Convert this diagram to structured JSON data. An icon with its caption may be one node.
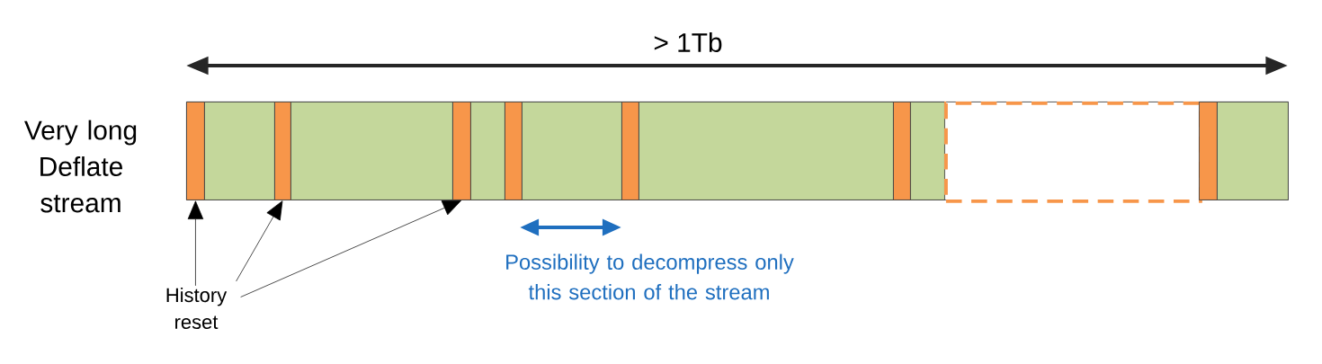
{
  "diagram": {
    "nodes": [
      {
        "text": [],
        "shape": "bar",
        "beside": [
          "Very long Deflate stream"
        ]
      },
      {
        "text": [],
        "shape": "bar",
        "in": 0
      },
      {
        "text": [],
        "shape": "bar",
        "in": 0
      },
      {
        "text": [],
        "shape": "bar",
        "in": 0
      },
      {
        "text": [],
        "shape": "bar",
        "in": 0
      },
      {
        "text": [],
        "shape": "bar",
        "in": 0
      },
      {
        "text": [],
        "shape": "bar",
        "in": 0
      },
      {
        "text": [],
        "shape": "bar",
        "in": 0
      },
      {
        "text": [],
        "shape": "bar",
        "in": 0
      },
      {
        "text": [],
        "shape": "bar",
        "in": 0
      },
      {
        "text": [],
        "shape": "bar",
        "in": 0
      },
      {
        "text": [],
        "shape": "bar",
        "in": 0
      },
      {
        "text": [],
        "shape": "bar",
        "in": 0
      },
      {
        "text": [],
        "shape": "box",
        "in": 0
      },
      {
        "text": [],
        "shape": "bar",
        "in": 0
      },
      {
        "text": [],
        "shape": "bar",
        "in": 0
      },
      {
        "text": [
          "History reset"
        ]
      }
    ],
    "edges": [
      {
        "from": 16,
        "to": 1,
        "arrow": "to"
      },
      {
        "from": 16,
        "to": 3,
        "arrow": "to"
      },
      {
        "from": 16,
        "to": 5,
        "arrow": "to"
      }
    ],
    "labels": [
      "> 1Tb",
      "Possibility to decompress only this section of the stream"
    ]
  }
}
